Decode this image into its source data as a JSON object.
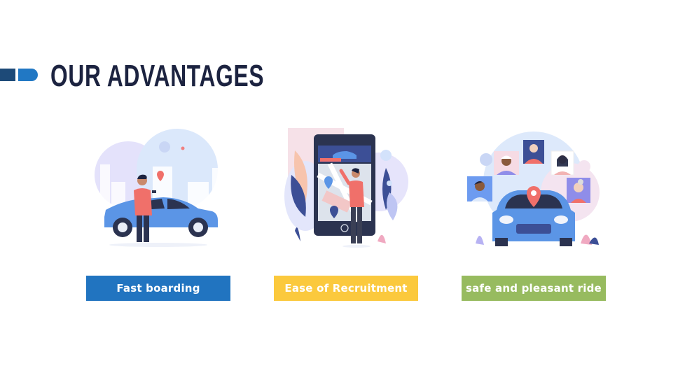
{
  "header": {
    "title": "OUR ADVANTAGES",
    "accent_colors": {
      "dark": "#1d4a78",
      "light": "#2178c4"
    },
    "title_color": "#1c2340"
  },
  "advantages": [
    {
      "label": "Fast boarding",
      "color": "#2174c0",
      "illustration": "man-with-phone-beside-car-illustration"
    },
    {
      "label": "Ease of Recruitment",
      "color": "#fbc93d",
      "illustration": "man-using-ride-app-map-illustration"
    },
    {
      "label": "safe and pleasant ride",
      "color": "#97bb5f",
      "illustration": "car-with-passenger-profiles-illustration"
    }
  ]
}
